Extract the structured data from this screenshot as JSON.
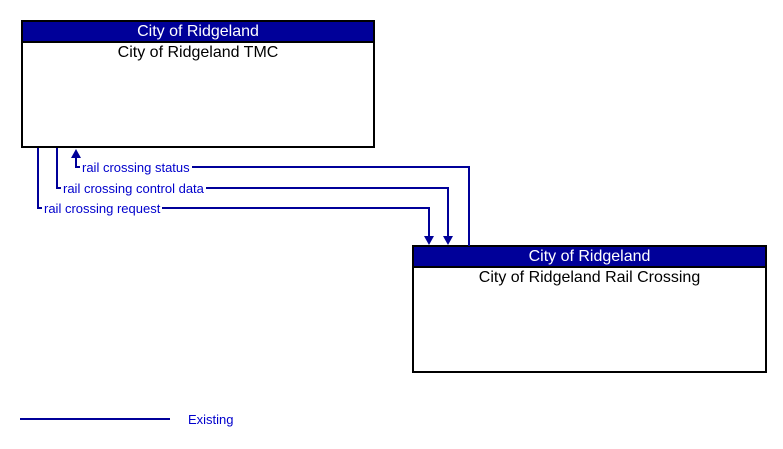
{
  "nodes": {
    "tmc": {
      "header": "City of Ridgeland",
      "title": "City of Ridgeland TMC"
    },
    "rail": {
      "header": "City of Ridgeland",
      "title": "City of Ridgeland Rail Crossing"
    }
  },
  "flows": [
    {
      "label": "rail crossing status",
      "from": "City of Ridgeland Rail Crossing",
      "to": "City of Ridgeland TMC",
      "status": "existing"
    },
    {
      "label": "rail crossing control data",
      "from": "City of Ridgeland TMC",
      "to": "City of Ridgeland Rail Crossing",
      "status": "existing"
    },
    {
      "label": "rail crossing request",
      "from": "City of Ridgeland TMC",
      "to": "City of Ridgeland Rail Crossing",
      "status": "existing"
    }
  ],
  "legend": {
    "label": "Existing"
  },
  "colors": {
    "header_bg": "#000099",
    "header_text": "#ffffff",
    "line": "#000099",
    "flow_label_text": "#0000CC",
    "box_border": "#000000",
    "body_text": "#000000",
    "background": "#ffffff"
  }
}
